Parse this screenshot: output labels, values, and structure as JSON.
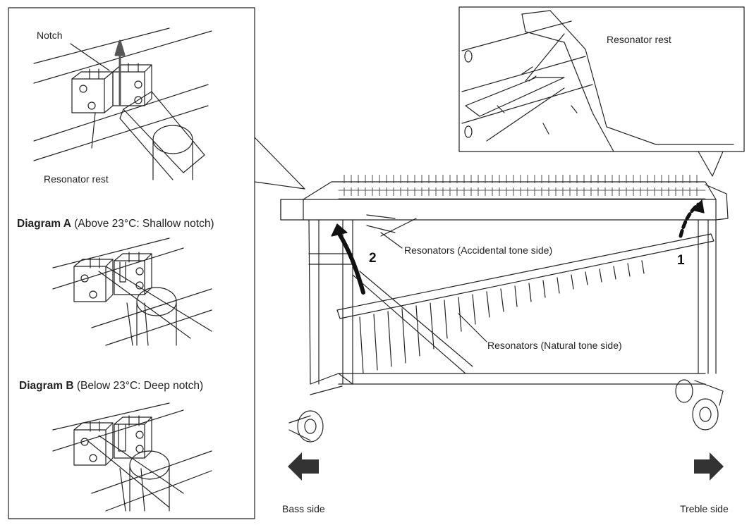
{
  "labels": {
    "notch": "Notch",
    "resonator_rest_left": "Resonator rest",
    "resonator_rest_inset": "Resonator rest",
    "resonators_accidental": "Resonators (Accidental tone side)",
    "resonators_natural": "Resonators (Natural tone side)",
    "step_1": "1",
    "step_2": "2",
    "bass_side": "Bass side",
    "treble_side": "Treble side"
  },
  "diagram_a": {
    "title": "Diagram A",
    "note": "(Above 23°C: Shallow notch)"
  },
  "diagram_b": {
    "title": "Diagram B",
    "note": "(Below 23°C: Deep notch)"
  },
  "icons": [
    "arrow-up-icon",
    "arrow-left-icon",
    "arrow-right-icon",
    "curved-arrow-icon"
  ]
}
